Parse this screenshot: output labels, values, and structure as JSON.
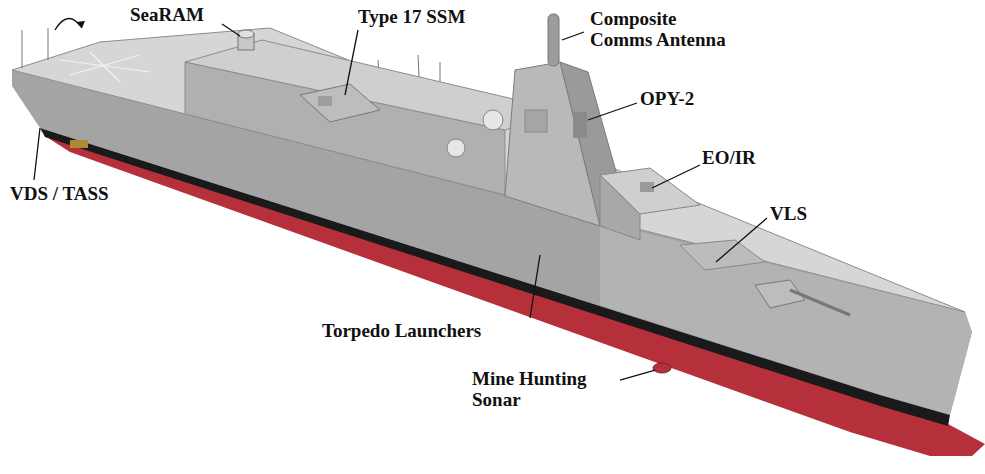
{
  "diagram": {
    "labels": [
      "SeaRAM",
      "Type 17 SSM",
      "Composite Comms Antenna",
      "OPY-2",
      "EO/IR",
      "VLS",
      "VDS / TASS",
      "Torpedo Launchers",
      "Mine Hunting Sonar"
    ]
  }
}
